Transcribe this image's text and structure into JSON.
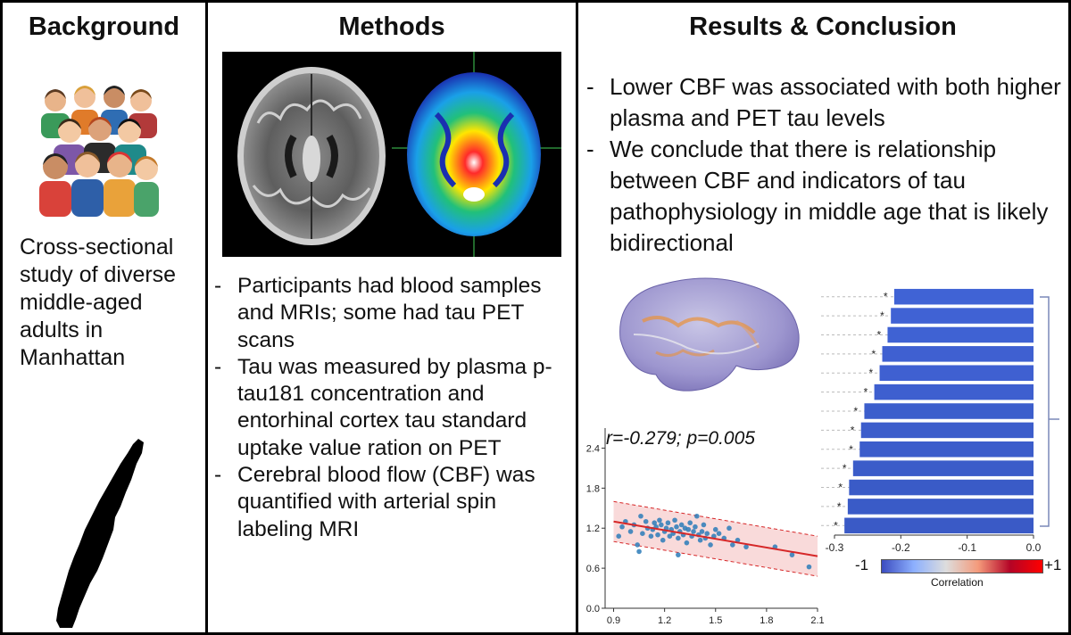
{
  "headers": {
    "background": "Background",
    "methods": "Methods",
    "results": "Results & Conclusion"
  },
  "background_text": "Cross-sectional study of diverse middle-aged adults in Manhattan",
  "methods_items": [
    "Participants had blood samples and MRIs; some had tau PET scans",
    "Tau was measured by plasma p-tau181 concentration and entorhinal cortex tau standard uptake value ration on PET",
    "Cerebral blood flow (CBF) was quantified with arterial spin labeling MRI"
  ],
  "results_items": [
    "Lower CBF was associated with both higher plasma and PET tau levels",
    "We conclude that there is relationship between CBF and indicators of tau pathophysiology in middle age that is likely bidirectional"
  ],
  "colors": {
    "border": "#000000",
    "regression": "#d62728",
    "band": "#f6caca",
    "points": "#2b7bb9"
  },
  "icons": [
    "people-group-icon",
    "manhattan-map-icon",
    "mri-brain-image",
    "pet-brain-image",
    "cortex-surface-image"
  ],
  "chart_data": [
    {
      "type": "scatter",
      "annotation": "r=-0.279; p=0.005",
      "xlim": [
        0.85,
        2.1
      ],
      "ylim": [
        0.0,
        2.7
      ],
      "xticks": [
        "0.9",
        "1.2",
        "1.5",
        "1.8",
        "2.1"
      ],
      "yticks": [
        "0.0",
        "0.6",
        "1.2",
        "1.8",
        "2.4"
      ],
      "regression": {
        "x": [
          0.9,
          2.1
        ],
        "y": [
          1.3,
          0.78
        ]
      },
      "band_offset": 0.3,
      "points": [
        [
          0.93,
          1.08
        ],
        [
          0.95,
          1.22
        ],
        [
          0.97,
          1.3
        ],
        [
          1.0,
          1.15
        ],
        [
          1.02,
          1.25
        ],
        [
          1.04,
          0.95
        ],
        [
          1.06,
          1.38
        ],
        [
          1.07,
          1.12
        ],
        [
          1.09,
          1.3
        ],
        [
          1.1,
          1.2
        ],
        [
          1.12,
          1.08
        ],
        [
          1.13,
          1.18
        ],
        [
          1.14,
          1.28
        ],
        [
          1.15,
          1.22
        ],
        [
          1.16,
          1.1
        ],
        [
          1.17,
          1.32
        ],
        [
          1.18,
          1.25
        ],
        [
          1.19,
          1.02
        ],
        [
          1.2,
          1.15
        ],
        [
          1.21,
          1.2
        ],
        [
          1.22,
          1.28
        ],
        [
          1.23,
          1.08
        ],
        [
          1.24,
          1.18
        ],
        [
          1.25,
          1.12
        ],
        [
          1.26,
          1.32
        ],
        [
          1.27,
          1.22
        ],
        [
          1.28,
          1.05
        ],
        [
          1.29,
          1.15
        ],
        [
          1.3,
          1.25
        ],
        [
          1.31,
          1.1
        ],
        [
          1.32,
          1.2
        ],
        [
          1.33,
          0.98
        ],
        [
          1.34,
          1.18
        ],
        [
          1.35,
          1.28
        ],
        [
          1.36,
          1.08
        ],
        [
          1.37,
          1.15
        ],
        [
          1.38,
          1.22
        ],
        [
          1.39,
          1.38
        ],
        [
          1.4,
          1.1
        ],
        [
          1.41,
          1.02
        ],
        [
          1.42,
          1.15
        ],
        [
          1.43,
          1.25
        ],
        [
          1.44,
          1.05
        ],
        [
          1.45,
          1.12
        ],
        [
          1.47,
          0.95
        ],
        [
          1.49,
          1.08
        ],
        [
          1.5,
          1.18
        ],
        [
          1.52,
          1.12
        ],
        [
          1.55,
          1.05
        ],
        [
          1.58,
          1.2
        ],
        [
          1.6,
          0.95
        ],
        [
          1.63,
          1.02
        ],
        [
          1.28,
          0.8
        ],
        [
          1.68,
          0.92
        ],
        [
          1.85,
          0.92
        ],
        [
          1.95,
          0.8
        ],
        [
          2.05,
          0.62
        ],
        [
          1.05,
          0.85
        ]
      ]
    },
    {
      "type": "bar",
      "orientation": "horizontal",
      "xlim": [
        -0.3,
        0.0
      ],
      "xticks": [
        "-0.3",
        "-0.2",
        "-0.1",
        "0.0"
      ],
      "values": [
        -0.21,
        -0.215,
        -0.22,
        -0.228,
        -0.232,
        -0.24,
        -0.255,
        -0.26,
        -0.262,
        -0.272,
        -0.278,
        -0.28,
        -0.285
      ],
      "annotations": [
        "*",
        "*",
        "*",
        "*",
        "*",
        "*",
        "*",
        "*",
        "*",
        "*",
        "*",
        "*",
        "*"
      ],
      "colorbar": {
        "min_label": "-1",
        "max_label": "+1",
        "title": "Correlation"
      }
    }
  ]
}
